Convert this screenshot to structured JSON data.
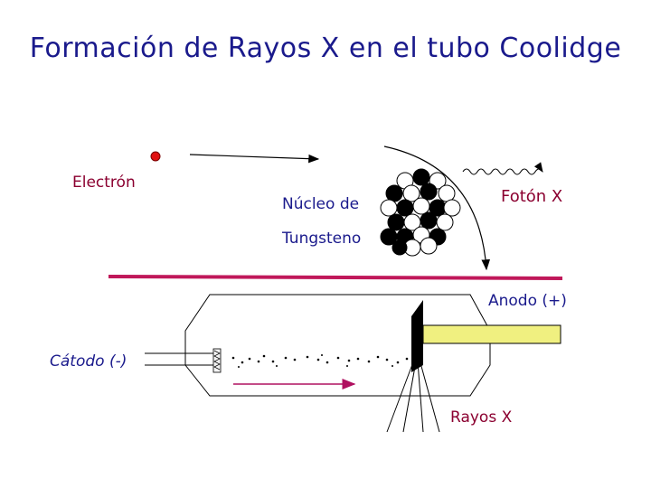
{
  "title": "Formación de Rayos X en el tubo Coolidge",
  "labels": {
    "electron": "Electrón",
    "nucleus_line1": "Núcleo de",
    "nucleus_line2": "Tungsteno",
    "photon": "Fotón X",
    "anode": "Anodo (+)",
    "cathode": "Cátodo (-)",
    "xrays": "Rayos X"
  },
  "colors": {
    "title": "#1a1a8c",
    "label_red": "#8b0030",
    "separator": "#c0185a",
    "anode": "#f0f080",
    "electron": "#e01010"
  }
}
